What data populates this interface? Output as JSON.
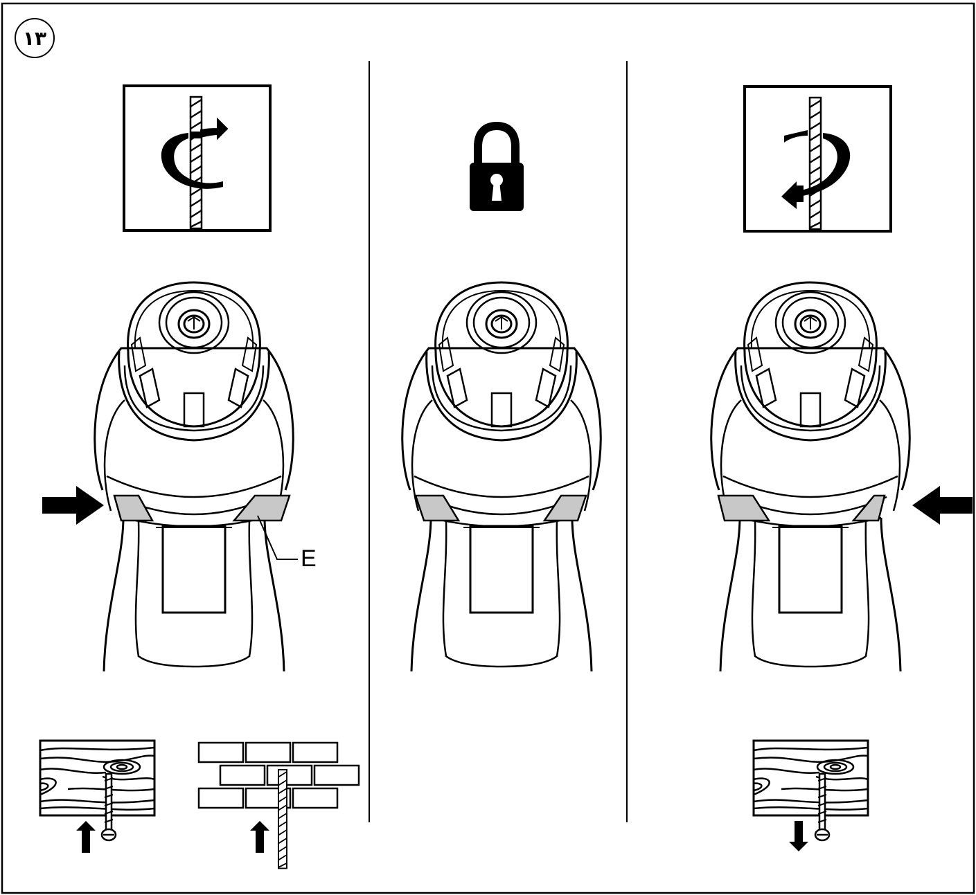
{
  "figure": {
    "number": "۱۳",
    "part_label": "E"
  },
  "panels": [
    {
      "mode": "forward-rotation",
      "icon": "clockwise-rotation-icon",
      "switch_push": "from-left",
      "uses": [
        "wood-screw-in-icon",
        "brick-drill-icon"
      ]
    },
    {
      "mode": "locked",
      "icon": "padlock-icon",
      "switch_push": "none",
      "uses": []
    },
    {
      "mode": "reverse-rotation",
      "icon": "counterclockwise-rotation-icon",
      "switch_push": "from-right",
      "uses": [
        "wood-screw-out-icon"
      ]
    }
  ],
  "colors": {
    "line": "#000000",
    "switch_fill": "#c8c8c8",
    "background": "#ffffff"
  }
}
